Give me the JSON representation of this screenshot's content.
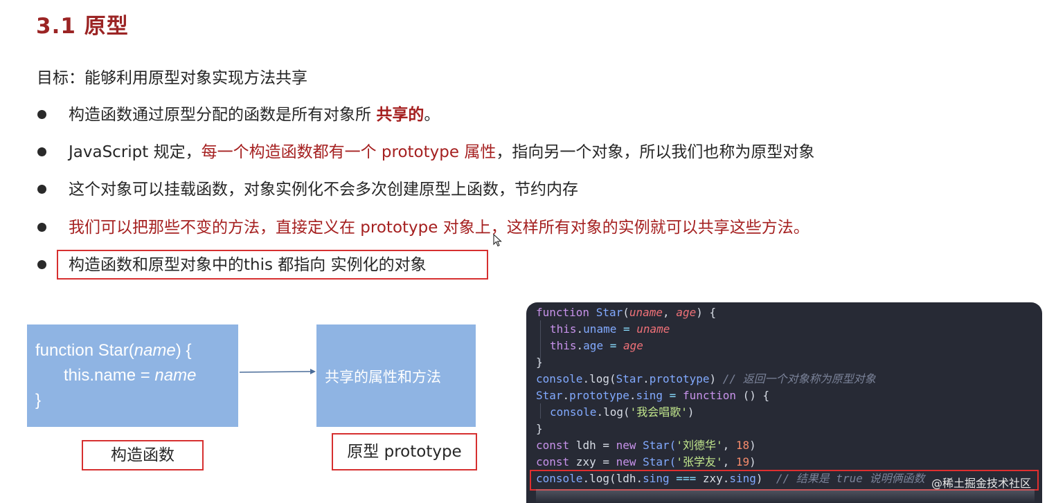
{
  "heading": "3.1 原型",
  "goal": "目标：能够利用原型对象实现方法共享",
  "bullets": [
    {
      "plain": "构造函数通过原型分配的函数是所有对象所 ",
      "emph": "共享的",
      "tail": "。"
    },
    {
      "pre": "JavaScript 规定，",
      "red": "每一个构造函数都有一个 prototype 属性",
      "post": "，指向另一个对象，所以我们也称为原型对象"
    },
    {
      "plain": "这个对象可以挂载函数，对象实例化不会多次创建原型上函数，节约内存"
    },
    {
      "red": "我们可以把那些不变的方法，直接定义在 prototype 对象上，这样所有对象的实例就可以共享这些方法。"
    },
    {
      "plain": "构造函数和原型对象中的this 都指向 实例化的对象"
    }
  ],
  "diagram": {
    "constructor_code": {
      "line1_pre": "function Star(",
      "line1_param": "name",
      "line1_post": ") {",
      "line2_pre": "this.name = ",
      "line2_param": "name",
      "line3": "}"
    },
    "prototype_box_text": "共享的属性和方法",
    "constructor_label": "构造函数",
    "prototype_label": "原型 prototype"
  },
  "code": {
    "lines": {
      "l1": {
        "kw": "function",
        "name": "Star",
        "p1": "uname",
        "sep": ", ",
        "p2": "age",
        "end": ") {"
      },
      "l2": {
        "this": "this",
        "dot": ".",
        "prop": "uname",
        "eq": " = ",
        "val": "uname"
      },
      "l3": {
        "this": "this",
        "dot": ".",
        "prop": "age",
        "eq": " = ",
        "val": "age"
      },
      "l4": "}",
      "l5": {
        "obj": "console",
        "method": ".log(",
        "arg": "Star",
        "dot": ".",
        "prop": "prototype",
        "close": ")",
        "comment": " // 返回一个对象称为原型对象"
      },
      "l6": {
        "obj": "Star",
        "dot1": ".",
        "prop1": "prototype",
        "dot2": ".",
        "prop2": "sing",
        "eq": " = ",
        "kw": "function",
        "rest": " () {"
      },
      "l7": {
        "obj": "console",
        "method": ".log(",
        "str": "'我会唱歌'",
        "close": ")"
      },
      "l8": "}",
      "l9": {
        "kw": "const",
        "var": " ldh = ",
        "new": "new",
        "cls": " Star(",
        "str": "'刘德华'",
        "sep": ", ",
        "num": "18",
        "close": ")"
      },
      "l10": {
        "kw": "const",
        "var": " zxy = ",
        "new": "new",
        "cls": " Star(",
        "str": "'张学友'",
        "sep": ", ",
        "num": "19",
        "close": ")"
      },
      "l11": {
        "obj": "console",
        "method": ".log(ldh.",
        "p1": "sing",
        "op": " === ",
        "mid": "zxy.",
        "p2": "sing",
        "close": ")",
        "comment": "  // 结果是 true 说明俩函数"
      }
    },
    "watermark": "@稀土掘金技术社区"
  },
  "colors": {
    "heading": "#9b2424",
    "emphasis_red": "#a52020",
    "diagram_blue": "#8fb4e3",
    "highlight_border": "#d62f2f",
    "code_bg": "#272a35"
  }
}
